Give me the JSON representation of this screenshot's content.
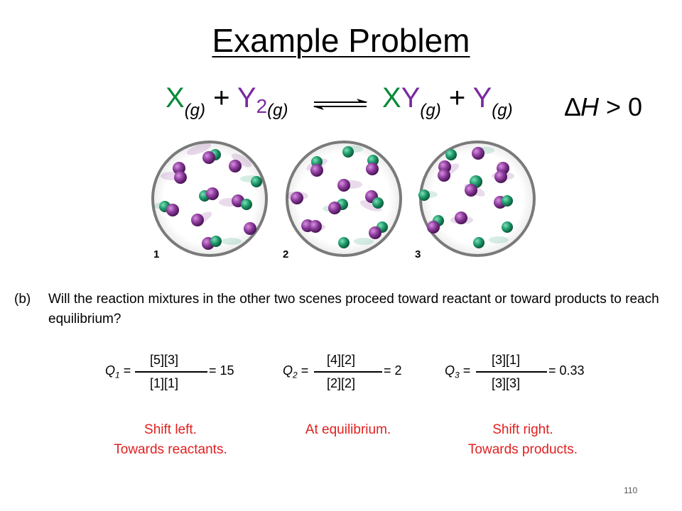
{
  "title": "Example Problem",
  "equation": {
    "x": "X",
    "x_phase": "(g)",
    "plus1": "+",
    "y2": "Y",
    "y2_sub": "2",
    "y2_phase": "(g)",
    "xy": "XY",
    "xy_phase": "(g)",
    "plus2": "+",
    "y": "Y",
    "y_phase": "(g)",
    "delta_h": "∆",
    "h": "H",
    "delta_h_rest": " > 0"
  },
  "scenes": {
    "labels": [
      "1",
      "2",
      "3"
    ]
  },
  "question": {
    "label": "(b)",
    "text": "Will the reaction mixtures in the other two scenes proceed toward reactant or toward products to reach equilibrium?"
  },
  "quotients": [
    {
      "q": "Q",
      "sub": "1",
      "eq": " =",
      "numerator": "[5][3]",
      "denominator": "[1][1]",
      "result": "= 15",
      "conclusion_line1": "Shift left.",
      "conclusion_line2": "Towards reactants."
    },
    {
      "q": "Q",
      "sub": "2",
      "eq": " =",
      "numerator": "[4][2]",
      "denominator": "[2][2]",
      "result": "= 2",
      "conclusion_line1": "At equilibrium.",
      "conclusion_line2": ""
    },
    {
      "q": "Q",
      "sub": "3",
      "eq": " =",
      "numerator": "[3][1]",
      "denominator": "[3][3]",
      "result": "= 0.33",
      "conclusion_line1": "Shift right.",
      "conclusion_line2": "Towards products."
    }
  ],
  "page_number": "110",
  "colors": {
    "green": "#1e9a6a",
    "purple": "#8a3a9a",
    "conclusion": "#e02020"
  }
}
